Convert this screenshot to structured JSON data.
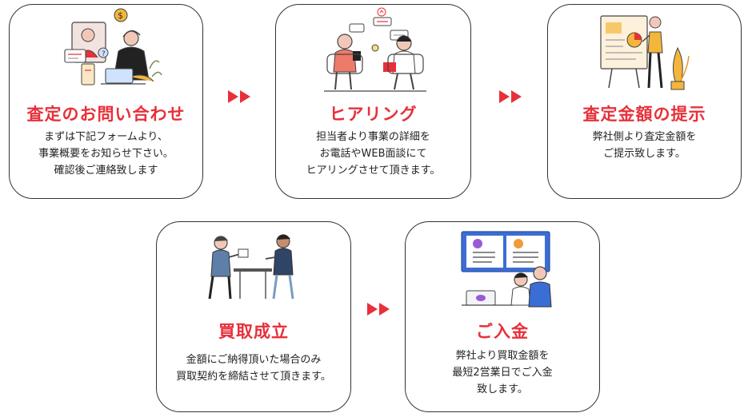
{
  "colors": {
    "accent": "#e8303a",
    "border": "#333333",
    "text": "#222222"
  },
  "steps": [
    {
      "title": "査定のお問い合わせ",
      "lines": [
        "まずは下記フォームより、",
        "事業概要をお知らせ下さい。",
        "確認後ご連絡致します"
      ],
      "icon": "inquiry-illustration"
    },
    {
      "title": "ヒアリング",
      "lines": [
        "担当者より事業の詳細を",
        "お電話やWEB面談にて",
        "ヒアリングさせて頂きます。"
      ],
      "icon": "hearing-illustration"
    },
    {
      "title": "査定金額の提示",
      "lines": [
        "弊社側より査定金額を",
        "ご提示致します。"
      ],
      "icon": "presentation-illustration"
    },
    {
      "title": "買取成立",
      "lines": [
        "金額にご納得頂いた場合のみ",
        "買取契約を締結させて頂きます。"
      ],
      "icon": "agreement-illustration"
    },
    {
      "title": "ご入金",
      "lines": [
        "弊社より買取金額を",
        "最短2営業日でご入金",
        "致します。"
      ],
      "icon": "payment-illustration"
    }
  ],
  "arrows": [
    "double-chevron-right-icon",
    "double-chevron-right-icon",
    "double-chevron-right-icon"
  ],
  "illus_text": {
    "dollar": "$",
    "question": "?"
  }
}
